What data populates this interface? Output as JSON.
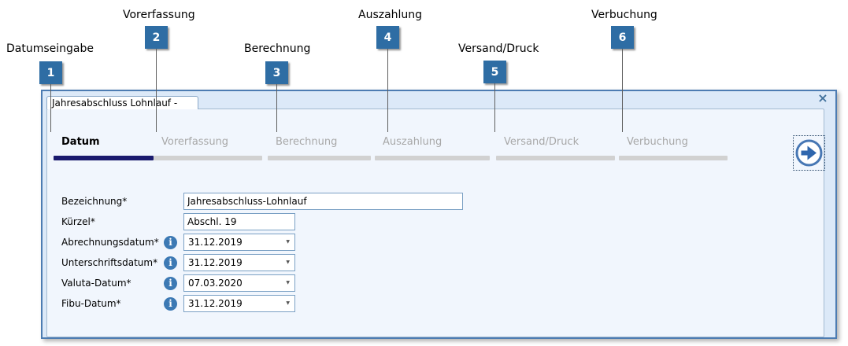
{
  "callouts": [
    {
      "num": "1",
      "label": "Datumseingabe"
    },
    {
      "num": "2",
      "label": "Vorerfassung"
    },
    {
      "num": "3",
      "label": "Berechnung"
    },
    {
      "num": "4",
      "label": "Auszahlung"
    },
    {
      "num": "5",
      "label": "Versand/Druck"
    },
    {
      "num": "6",
      "label": "Verbuchung"
    }
  ],
  "window": {
    "tab_title": "Jahresabschluss Lohnlauf -"
  },
  "steps": [
    {
      "label": "Datum",
      "state": "active"
    },
    {
      "label": "Vorerfassung",
      "state": "inactive"
    },
    {
      "label": "Berechnung",
      "state": "inactive"
    },
    {
      "label": "Auszahlung",
      "state": "inactive"
    },
    {
      "label": "Versand/Druck",
      "state": "inactive"
    },
    {
      "label": "Verbuchung",
      "state": "inactive"
    }
  ],
  "form": {
    "fields": [
      {
        "label": "Bezeichnung*",
        "value": "Jahresabschluss-Lohnlauf",
        "type": "text",
        "info": false
      },
      {
        "label": "Kürzel*",
        "value": "Abschl. 19",
        "type": "text",
        "info": false
      },
      {
        "label": "Abrechnungsdatum*",
        "value": "31.12.2019",
        "type": "dropdown",
        "info": true
      },
      {
        "label": "Unterschriftsdatum*",
        "value": "31.12.2019",
        "type": "dropdown",
        "info": true
      },
      {
        "label": "Valuta-Datum*",
        "value": "07.03.2020",
        "type": "dropdown",
        "info": true
      },
      {
        "label": "Fibu-Datum*",
        "value": "31.12.2019",
        "type": "dropdown",
        "info": true
      }
    ]
  },
  "icons": {
    "close": "×",
    "info": "i",
    "dropdown_arrow": "▼",
    "next_arrow": "circle-arrow-right"
  },
  "colors": {
    "callout_blue": "#2e6da4",
    "window_border": "#4d7cb2",
    "window_bg": "#dce9f8",
    "panel_bg": "#f1f6fd",
    "active_step_bar": "#1a1a6e",
    "inactive_step_bar": "#d1d1d1",
    "input_border": "#7aa0c4",
    "info_icon_bg": "#3c79b4",
    "next_arrow_blue": "#2f66ad"
  }
}
